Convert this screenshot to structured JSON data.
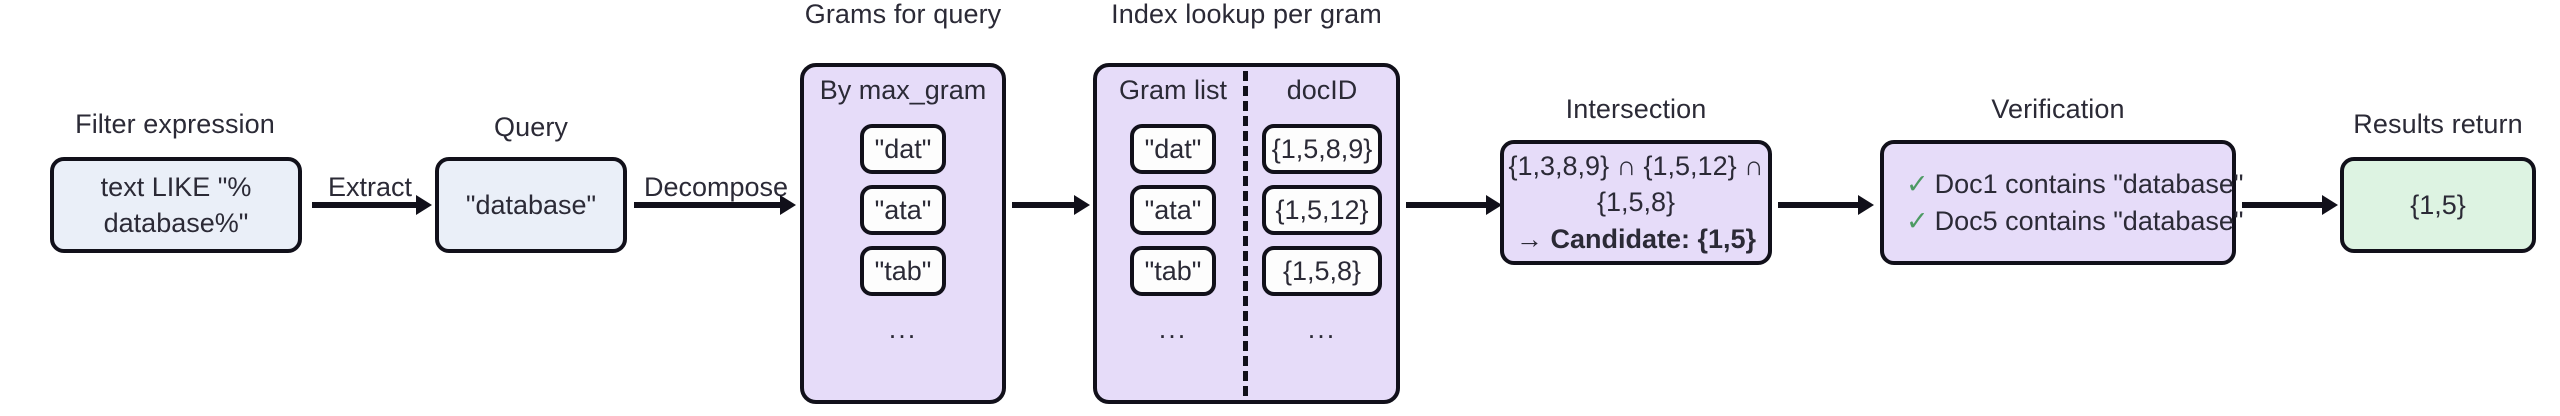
{
  "diagram": {
    "title_bar": "",
    "colors": {
      "blue_fill": "#eaeff8",
      "purple_fill": "#e6dcf9",
      "green_fill": "#ddf3e2",
      "stroke": "#11101a",
      "check_green": "#4c9a63"
    }
  },
  "stages": {
    "filter": {
      "caption": "Filter expression",
      "body_line1": "text LIKE \"%",
      "body_line2": "database%\""
    },
    "query": {
      "caption": "Query",
      "body": "\"database\""
    },
    "grams": {
      "caption": "Grams for query",
      "group_title": "By max_gram",
      "chips": [
        "\"dat\"",
        "\"ata\"",
        "\"tab\""
      ],
      "ellipsis": "..."
    },
    "index": {
      "caption": "Index lookup per gram",
      "col_headers": [
        "Gram list",
        "docID"
      ],
      "rows": [
        {
          "gram": "\"dat\"",
          "docids": "{1,5,8,9}"
        },
        {
          "gram": "\"ata\"",
          "docids": "{1,5,12}"
        },
        {
          "gram": "\"tab\"",
          "docids": "{1,5,8}"
        }
      ],
      "ellipsis_left": "...",
      "ellipsis_right": "..."
    },
    "intersection": {
      "caption": "Intersection",
      "line1": "{1,3,8,9} ∩ {1,5,12} ∩",
      "line2": "{1,5,8}",
      "line3_prefix": "→ ",
      "line3_bold": "Candidate: {1,5}"
    },
    "verification": {
      "caption": "Verification",
      "check_glyph": "✓",
      "lines": [
        "Doc1 contains \"database\"",
        "Doc5 contains \"database\""
      ]
    },
    "results": {
      "caption": "Results return",
      "body": "{1,5}"
    }
  },
  "edges": [
    {
      "label": "Extract"
    },
    {
      "label": "Decompose"
    },
    {
      "label": ""
    },
    {
      "label": ""
    },
    {
      "label": ""
    },
    {
      "label": ""
    },
    {
      "label": ""
    }
  ]
}
